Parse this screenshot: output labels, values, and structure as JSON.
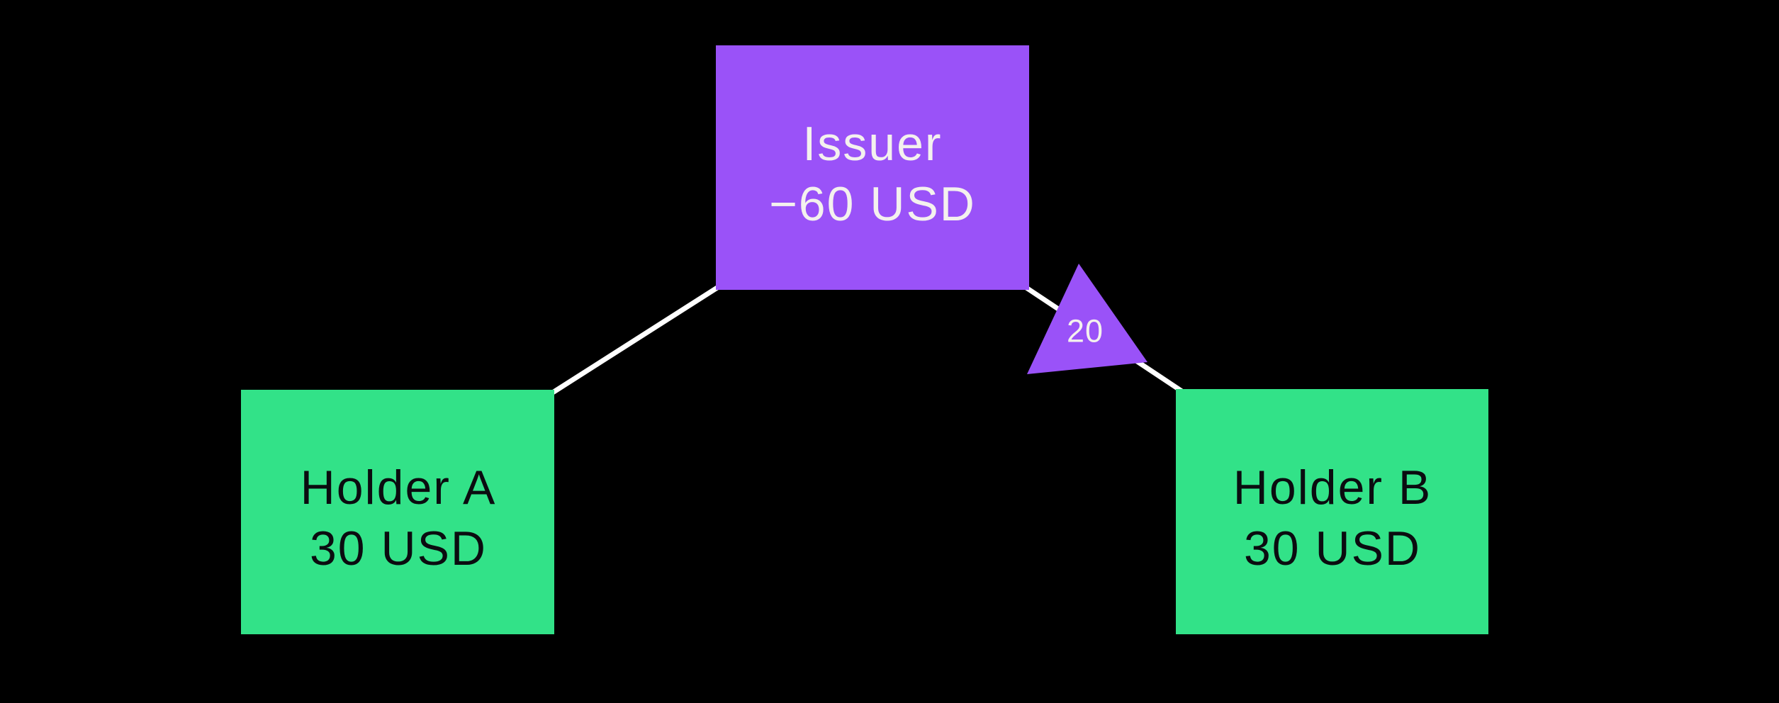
{
  "diagram": {
    "background_color": "#000000",
    "connector_color": "#ffffff",
    "nodes": [
      {
        "name": "Issuer",
        "amount": "−60 USD",
        "fill_color": "#9a52f8",
        "text_color": "#f4f1ee"
      },
      {
        "name": "Holder A",
        "amount": "30 USD",
        "fill_color": "#32e288",
        "text_color": "#0b0c10"
      },
      {
        "name": "Holder B",
        "amount": "30 USD",
        "fill_color": "#32e288",
        "text_color": "#0b0c10"
      }
    ],
    "edges": [
      {
        "from": "Holder A",
        "to": "Issuer",
        "label": ""
      },
      {
        "from": "Holder B",
        "to": "Issuer",
        "label": "20",
        "arrow_color": "#9a52f8",
        "label_color": "#f4f1ee"
      }
    ]
  }
}
